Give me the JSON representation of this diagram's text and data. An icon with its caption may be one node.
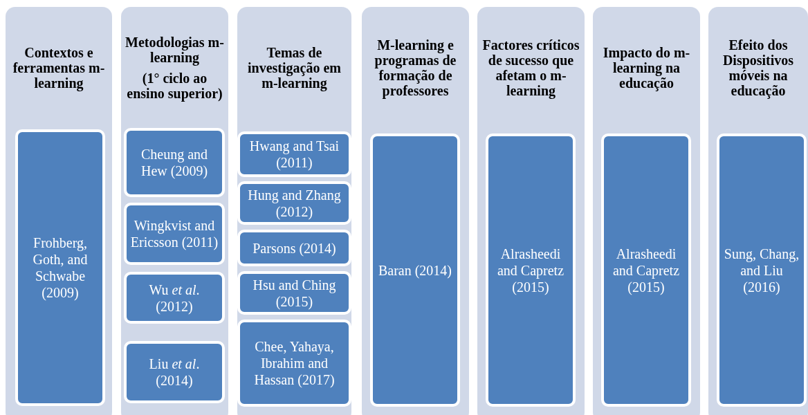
{
  "diagram": {
    "nodes": [
      {
        "text": [
          "Contextos e ferramentas m-learning"
        ]
      },
      {
        "text": [
          "Frohberg, Goth, and Schwabe (2009)"
        ],
        "in": 0
      },
      {
        "text": [
          "Metodologias m-learning",
          "(1° ciclo ao ensino superior)"
        ]
      },
      {
        "text": [
          "Cheung and Hew (2009)"
        ],
        "in": 2
      },
      {
        "text": [
          "Wingkvist and Ericsson (2011)"
        ],
        "in": 2
      },
      {
        "text": [
          "Wu *et al*. (2012)"
        ],
        "in": 2
      },
      {
        "text": [
          "Liu *et al*. (2014)"
        ],
        "in": 2
      },
      {
        "text": [
          "Temas de investigação em m-learning"
        ]
      },
      {
        "text": [
          "Hwang and Tsai (2011)"
        ],
        "in": 7
      },
      {
        "text": [
          "Hung and Zhang (2012)"
        ],
        "in": 7
      },
      {
        "text": [
          "Parsons (2014)"
        ],
        "in": 7
      },
      {
        "text": [
          "Hsu and Ching (2015)"
        ],
        "in": 7
      },
      {
        "text": [
          "Chee, Yahaya, Ibrahim and Hassan (2017)"
        ],
        "in": 7
      },
      {
        "text": [
          "M-learning e programas de formação de professores"
        ]
      },
      {
        "text": [
          "Baran (2014)"
        ],
        "in": 13
      },
      {
        "text": [
          "Factores críticos de sucesso que afetam o m-learning"
        ]
      },
      {
        "text": [
          "Alrasheedi and Capretz (2015)"
        ],
        "in": 15
      },
      {
        "text": [
          "Impacto do m-learning na educação"
        ]
      },
      {
        "text": [
          "Alrasheedi and Capretz (2015)"
        ],
        "in": 17
      },
      {
        "text": [
          "Efeito dos Dispositivos móveis na educação"
        ]
      },
      {
        "text": [
          "Sung, Chang, and Liu (2016)"
        ],
        "in": 19
      }
    ]
  }
}
